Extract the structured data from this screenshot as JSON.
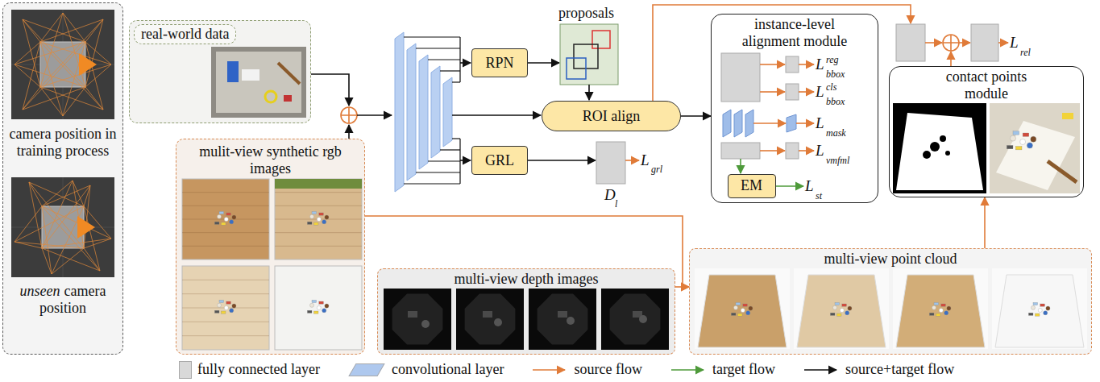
{
  "diagram": {
    "nodes": [
      {
        "text": [
          "camera position in training process",
          "unseen",
          "camera position"
        ]
      },
      {
        "text": [
          "real-world data"
        ]
      },
      {
        "text": [
          "mulit-view synthetic rgb images"
        ]
      },
      {
        "text": [
          "RPN"
        ]
      },
      {
        "text": [
          "ROI align"
        ]
      },
      {
        "text": [
          "GRL"
        ]
      },
      {
        "text": [
          "instance-level alignment module"
        ]
      },
      {
        "text": [
          "EM"
        ],
        "in": 6
      },
      {
        "text": [
          "multi-view depth images"
        ]
      },
      {
        "text": [
          "multi-view point cloud"
        ]
      },
      {
        "text": [
          "contact points module"
        ]
      }
    ],
    "edges": [
      {
        "from": 4,
        "to": 6,
        "arrow": "to"
      },
      {
        "from": 2,
        "to": 9,
        "arrow": "to"
      },
      {
        "from": 8,
        "to": 9,
        "arrow": "to"
      },
      {
        "from": 9,
        "to": 10,
        "arrow": "to"
      }
    ],
    "labels": [
      "proposals",
      "D",
      "l",
      "L",
      "grl",
      "L",
      "bbox",
      "reg",
      "L",
      "bbox",
      "cls",
      "L",
      "mask",
      "L",
      "vmfml",
      "L",
      "st",
      "L",
      "rel"
    ],
    "legend": [
      {
        "text": "fully connected layer",
        "color": "#d9d9d9"
      },
      {
        "text": "convolutional layer",
        "color": "#aec8ee"
      },
      {
        "text": "source flow"
      },
      {
        "text": "target flow"
      },
      {
        "text": "source+target flow"
      }
    ]
  }
}
